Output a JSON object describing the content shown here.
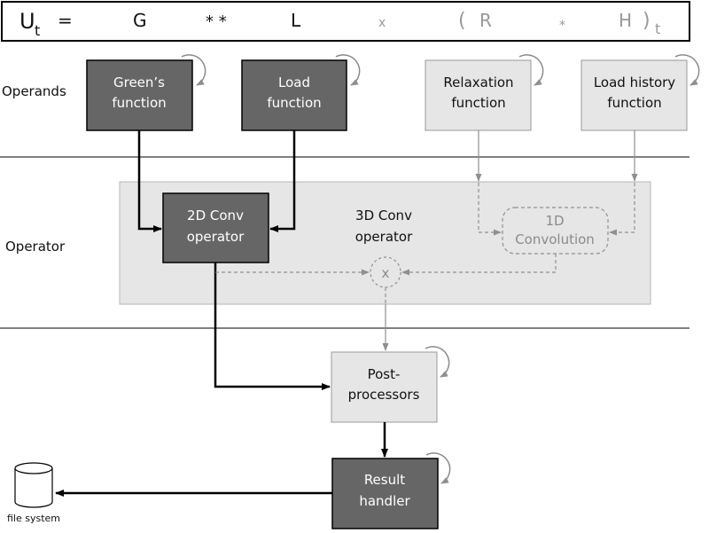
{
  "equation": {
    "U": "U",
    "U_sub": "t",
    "equals": "=",
    "G": "G",
    "op_double": "* *",
    "L": "L",
    "x": "x",
    "open_paren": "(",
    "R": "R",
    "star": "*",
    "H": "H",
    "close_paren": ")",
    "close_sub": "t"
  },
  "rows": {
    "operands": "Operands",
    "operator": "Operator"
  },
  "boxes": {
    "greens": [
      "Green’s",
      "function"
    ],
    "load": [
      "Load",
      "function"
    ],
    "relaxation": [
      "Relaxation",
      "function"
    ],
    "load_history": [
      "Load history",
      "function"
    ],
    "conv2d": [
      "2D Conv",
      "operator"
    ],
    "conv3d": [
      "3D Conv",
      "operator"
    ],
    "conv1d": [
      "1D",
      "Convolution"
    ],
    "multiply": "x",
    "post": [
      "Post-",
      "processors"
    ],
    "result": [
      "Result",
      "handler"
    ]
  },
  "storage": {
    "label": "file system"
  },
  "colors": {
    "dark_box": "#666666",
    "light_box": "#e6e6e6",
    "operator_panel": "#e6e6e6",
    "dashed_arrow": "#9a9a9a"
  }
}
